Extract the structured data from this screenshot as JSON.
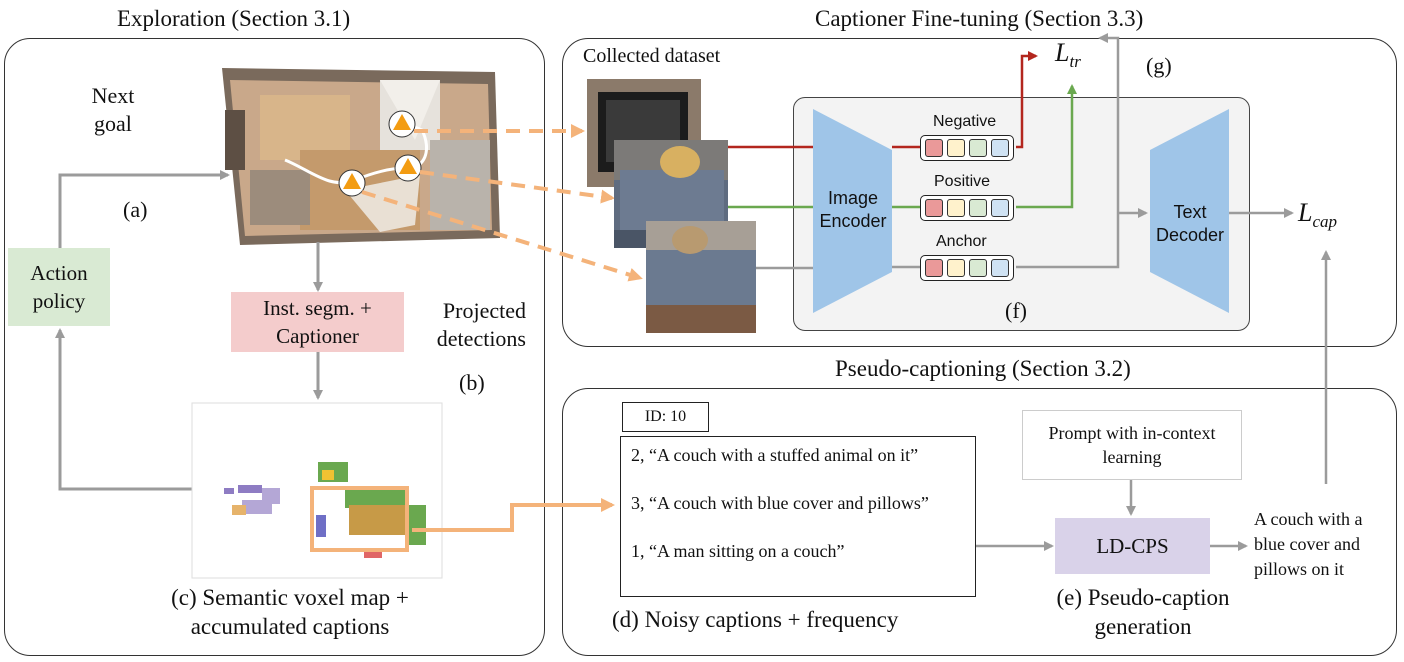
{
  "exploration": {
    "title": "Exploration (Section 3.1)",
    "next_goal": [
      "Next",
      "goal"
    ],
    "label_a": "(a)",
    "action_policy": [
      "Action",
      "policy"
    ],
    "segmenter": [
      "Inst. segm. +",
      "Captioner"
    ],
    "projected": [
      "Projected",
      "detections"
    ],
    "label_b": "(b)",
    "voxel_caption": [
      "(c)  Semantic voxel map +",
      "accumulated captions"
    ]
  },
  "finetuning": {
    "title": "Captioner Fine-tuning (Section 3.3)",
    "collected": "Collected dataset",
    "image_encoder": [
      "Image",
      "Encoder"
    ],
    "text_decoder": [
      "Text",
      "Decoder"
    ],
    "negative": "Negative",
    "positive": "Positive",
    "anchor": "Anchor",
    "label_f": "(f)",
    "label_g": "(g)",
    "loss_tr": {
      "main": "L",
      "sub": "tr"
    },
    "loss_cap": {
      "main": "L",
      "sub": "cap"
    }
  },
  "pseudo": {
    "title": "Pseudo-captioning (Section 3.2)",
    "id_tag": "ID: 10",
    "captions": [
      "2, “A couch with a stuffed animal on it”",
      "3, “A couch with blue cover and pillows”",
      "1, “A man sitting on a couch”"
    ],
    "noisy_label": "(d)  Noisy captions + frequency",
    "prompt": [
      "Prompt with in-context",
      "learning"
    ],
    "ldcps": "LD-CPS",
    "result": [
      "A couch with a",
      "blue cover and",
      "pillows on it"
    ],
    "generation_label": [
      "(e)  Pseudo-caption",
      "generation"
    ]
  },
  "colors": {
    "negative": "#b3261e",
    "positive": "#6aa84f",
    "arrow_gray": "#9b9b9b",
    "dashed_orange": "#f4b37a",
    "encoder_blue": "#9fc5e8",
    "action_green": "#d9ead3",
    "seg_pink": "#f4cccc",
    "ldcps_purple": "#d9d2e9",
    "feat_colors": [
      "#ea9999",
      "#fff2cc",
      "#d9ead3",
      "#cfe2f3"
    ]
  }
}
